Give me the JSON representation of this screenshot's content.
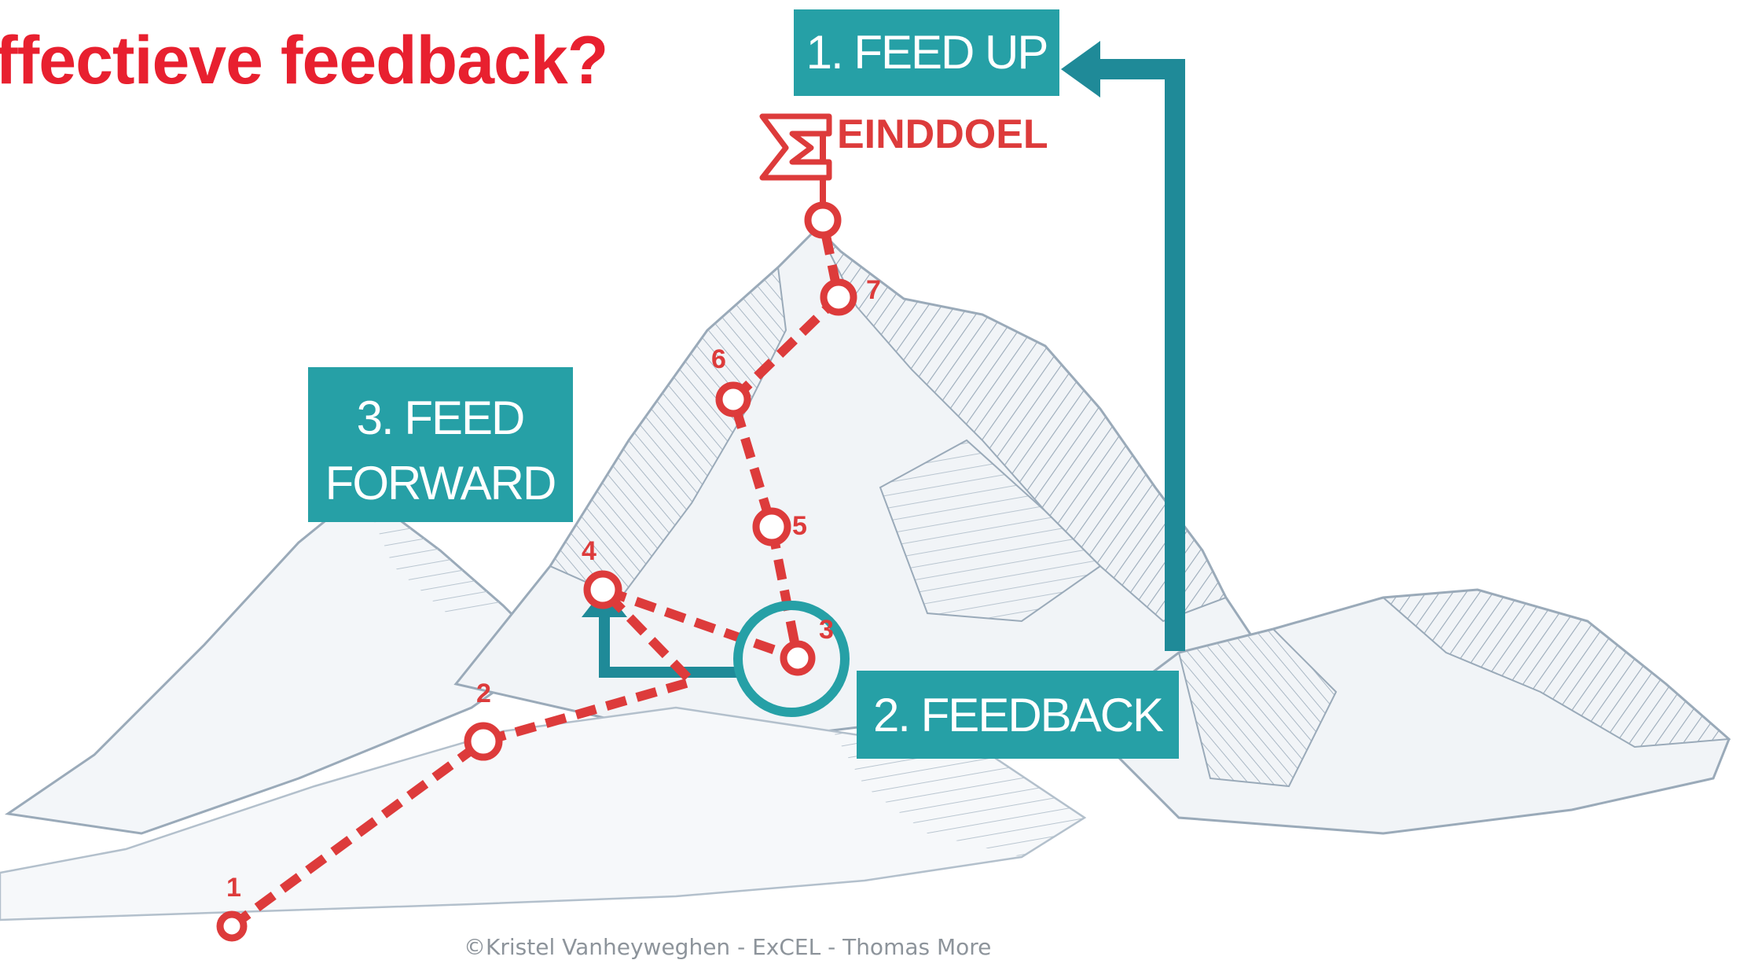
{
  "title": "ffectieve feedback?",
  "goal_label": "EINDDOEL",
  "boxes": {
    "feed_up": "1. FEED UP",
    "feedback": "2. FEEDBACK",
    "feed_forward_line1": "3. FEED",
    "feed_forward_line2": "FORWARD"
  },
  "steps": [
    "1",
    "2",
    "3",
    "4",
    "5",
    "6",
    "7"
  ],
  "copyright": "©Kristel Vanheyweghen - ExCEL - Thomas More",
  "colors": {
    "title": "#e8202f",
    "path": "#dd3b3b",
    "teal": "#26a0a6",
    "arrow": "#1f8a98",
    "mountain_stroke": "#9aaab9",
    "mountain_fill": "#f1f4f7"
  }
}
